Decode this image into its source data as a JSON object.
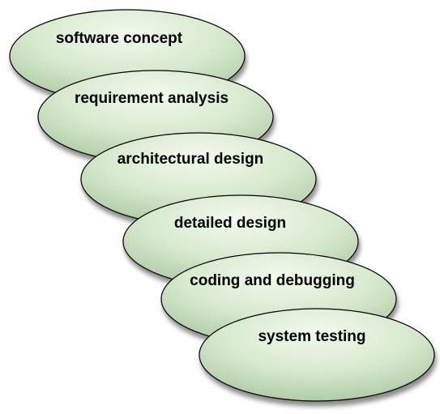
{
  "diagram": {
    "stages": [
      {
        "label": "software concept"
      },
      {
        "label": "requirement analysis"
      },
      {
        "label": "architectural design"
      },
      {
        "label": "detailed design"
      },
      {
        "label": "coding and debugging"
      },
      {
        "label": "system testing"
      }
    ],
    "colors": {
      "fill_light": "#f2faee",
      "fill_mid": "#d6e9cd",
      "fill_dark": "#a9c7a0",
      "outline": "#000000",
      "shadow": "#9a9a9a"
    }
  }
}
